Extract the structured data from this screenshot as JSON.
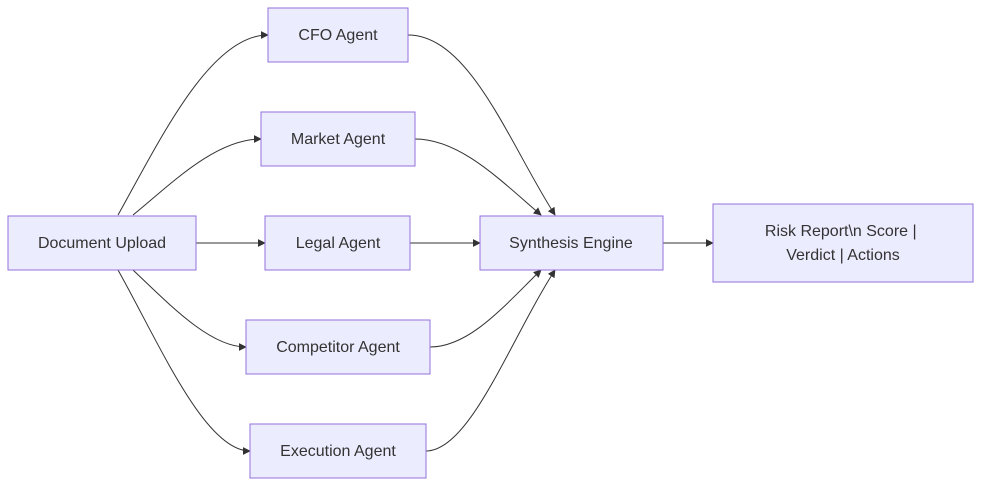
{
  "nodes": {
    "doc_upload": {
      "label": [
        "Document Upload"
      ]
    },
    "cfo": {
      "label": [
        "CFO Agent"
      ]
    },
    "market": {
      "label": [
        "Market Agent"
      ]
    },
    "legal": {
      "label": [
        "Legal Agent"
      ]
    },
    "competitor": {
      "label": [
        "Competitor Agent"
      ]
    },
    "execution": {
      "label": [
        "Execution Agent"
      ]
    },
    "synthesis": {
      "label": [
        "Synthesis Engine"
      ]
    },
    "risk_report": {
      "label": [
        "Risk Report\\n Score |",
        "Verdict | Actions"
      ]
    }
  },
  "colors": {
    "node_fill": "#ECECFF",
    "node_stroke": "#9370DB",
    "edge": "#333333",
    "text": "#333333"
  }
}
